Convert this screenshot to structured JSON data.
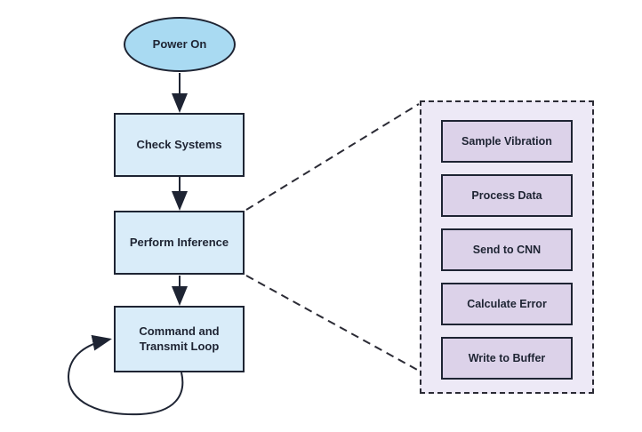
{
  "flowchart": {
    "start_node": {
      "label": "Power On",
      "shape": "ellipse"
    },
    "process_nodes": [
      {
        "label": "Check Systems"
      },
      {
        "label": "Perform Inference"
      },
      {
        "label": "Command and Transmit Loop"
      }
    ],
    "edges": [
      "Power On -> Check Systems",
      "Check Systems -> Perform Inference",
      "Perform Inference -> Command and Transmit Loop",
      "Command and Transmit Loop -> Command and Transmit Loop (self loop)",
      "Perform Inference -- dashed expansion -- detail panel"
    ],
    "detail_panel": {
      "items": [
        {
          "label": "Sample Vibration"
        },
        {
          "label": "Process Data"
        },
        {
          "label": "Send to CNN"
        },
        {
          "label": "Calculate Error"
        },
        {
          "label": "Write to Buffer"
        }
      ]
    }
  },
  "colors": {
    "background": "#ffffff",
    "start_node_fill": "#a9daf2",
    "process_node_fill": "#d9ecf9",
    "detail_panel_fill": "#ede9f6",
    "subnode_fill": "#dcd2e9",
    "stroke": "#1e2433",
    "dashed_stroke": "#2b2b35"
  }
}
